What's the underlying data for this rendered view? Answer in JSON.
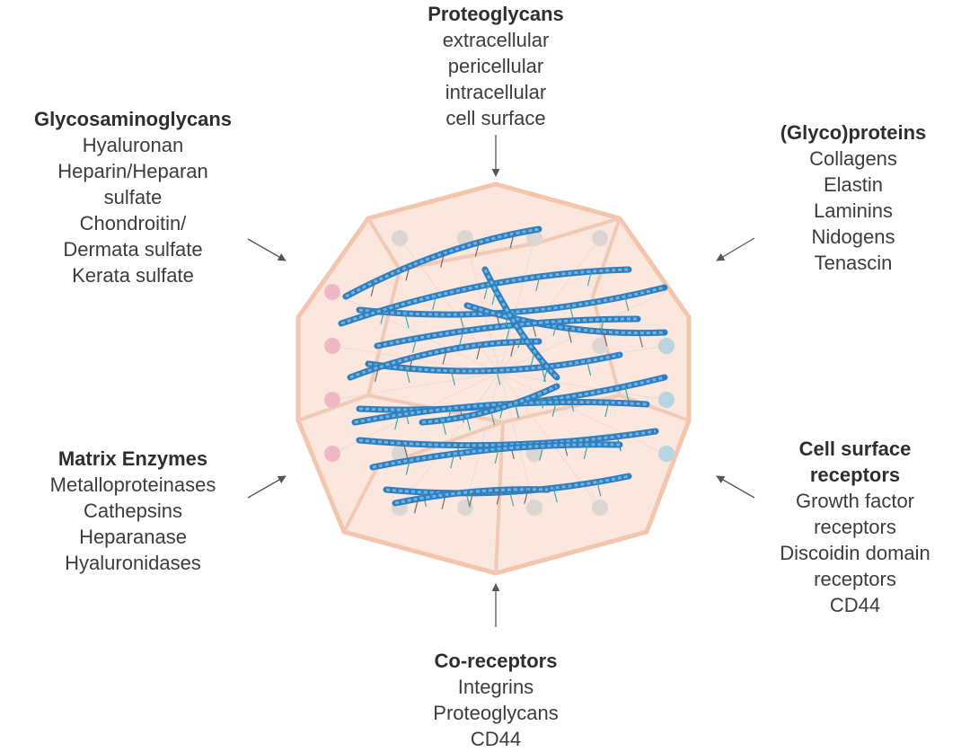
{
  "groups": {
    "top": {
      "title": "Proteoglycans",
      "items": [
        "extracellular",
        "pericellular",
        "intracellular",
        "cell surface"
      ]
    },
    "upper_left": {
      "title": "Glycosaminoglycans",
      "items": [
        "Hyaluronan",
        "Heparin/Heparan",
        "sulfate",
        "Chondroitin/",
        "Dermata sulfate",
        "Kerata sulfate"
      ]
    },
    "upper_right": {
      "title": "(Glyco)proteins",
      "items": [
        "Collagens",
        "Elastin",
        "Laminins",
        "Nidogens",
        "Tenascin"
      ]
    },
    "lower_left": {
      "title": "Matrix Enzymes",
      "items": [
        "Metalloproteinases",
        "Cathepsins",
        "Heparanase",
        "Hyaluronidases"
      ]
    },
    "lower_right": {
      "title_lines": [
        "Cell surface",
        "receptors"
      ],
      "items": [
        "Growth factor",
        "receptors",
        "Discoidin domain",
        "receptors",
        "CD44"
      ]
    },
    "bottom": {
      "title": "Co-receptors",
      "items": [
        "Integrins",
        "Proteoglycans",
        "CD44"
      ]
    }
  },
  "colors": {
    "polygon_fill": "#fbe6dc",
    "polygon_stroke": "#f2c2a8",
    "fiber": "#2f7fc0",
    "fiber_light": "#6fb4e2",
    "node_pink": "#f0b8c6",
    "node_gray": "#dcd6d3",
    "node_blue": "#b8d4e0",
    "arrow": "#555555"
  }
}
